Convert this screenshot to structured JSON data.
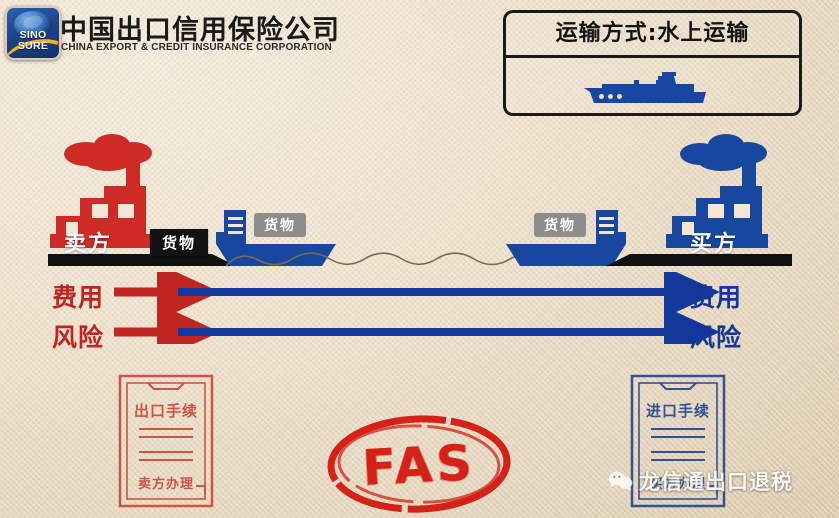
{
  "header": {
    "logo": {
      "line1": "SINO",
      "line2": "SURE",
      "icon": "globe-icon"
    },
    "brand_cn": "中国出口信用保险公司",
    "brand_en": "CHINA EXPORT & CREDIT INSURANCE CORPORATION"
  },
  "transport": {
    "title": "运输方式:水上运输",
    "icon": "ship-icon"
  },
  "scene": {
    "seller_factory_label": "卖方",
    "buyer_factory_label": "买方",
    "goods_box_label": "货物",
    "ship_left_cargo_label": "货物",
    "ship_right_cargo_label": "货物",
    "water_line": "wavy-water-line"
  },
  "flows": [
    {
      "label_left": "费用",
      "label_right": "费用"
    },
    {
      "label_left": "风险",
      "label_right": "风险"
    }
  ],
  "documents": {
    "export": {
      "title": "出口手续",
      "footer": "卖方办理"
    },
    "import": {
      "title": "进口手续",
      "footer": "买方办理"
    }
  },
  "stamp": {
    "text": "FAS"
  },
  "watermark": {
    "text": "龙信通出口退税",
    "icon": "wechat-icon"
  },
  "colors": {
    "seller_red": "#cf2b26",
    "buyer_blue": "#17479e",
    "cost_red": "#c0261f",
    "line_blue": "#14379b",
    "stamp_red": "#d62116",
    "background": "#ece0cc",
    "doc_red": "#cb5547",
    "doc_blue": "#2e5496"
  }
}
